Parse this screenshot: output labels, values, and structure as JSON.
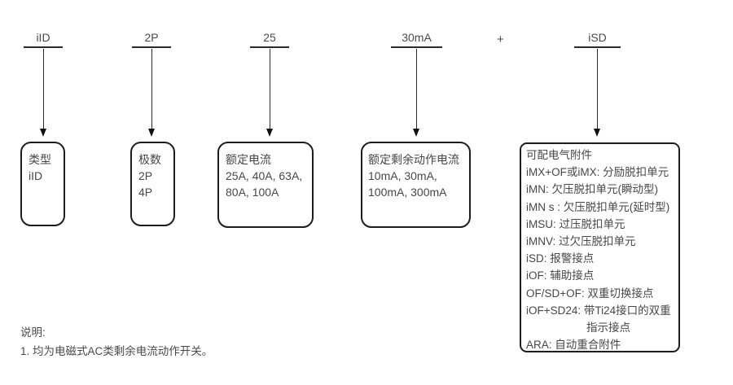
{
  "diagram": {
    "segments": [
      {
        "code": "iID"
      },
      {
        "code": "2P"
      },
      {
        "code": "25"
      },
      {
        "code": "30mA"
      },
      {
        "code": "iSD"
      }
    ],
    "plus": "+",
    "boxes": [
      {
        "title": "类型",
        "lines": [
          "iID"
        ]
      },
      {
        "title": "极数",
        "lines": [
          "2P",
          "4P"
        ]
      },
      {
        "title": "额定电流",
        "lines": [
          "25A, 40A, 63A,",
          "80A, 100A"
        ]
      },
      {
        "title": "额定剩余动作电流",
        "lines": [
          "10mA, 30mA,",
          "100mA, 300mA"
        ]
      },
      {
        "title": "可配电气附件",
        "lines": [
          "iMX+OF或iMX: 分励脱扣单元",
          "iMN: 欠压脱扣单元(瞬动型)",
          "iMN s : 欠压脱扣单元(延时型)",
          "iMSU: 过压脱扣单元",
          "iMNV: 过欠压脱扣单元",
          "iSD: 报警接点",
          "iOF: 辅助接点",
          "OF/SD+OF: 双重切换接点",
          "iOF+SD24: 带Ti24接口的双重",
          "指示接点",
          "ARA: 自动重合附件"
        ]
      }
    ],
    "notes": {
      "heading": "说明:",
      "item1": "1. 均为电磁式AC类剩余电流动作开关。"
    }
  },
  "colors": {
    "background": "#ffffff",
    "text": "#474747",
    "line": "#1d1d1d"
  }
}
